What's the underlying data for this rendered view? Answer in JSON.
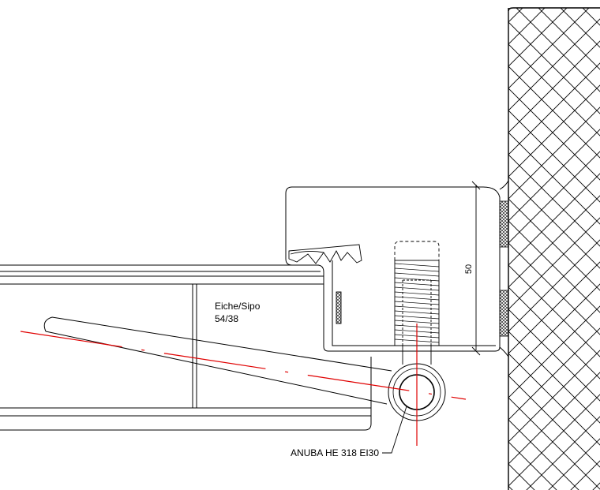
{
  "labels": {
    "material_name": "Eiche/Sipo",
    "material_dims": "54/38",
    "hinge_name": "ANUBA HE 318 EI30",
    "dimension": "50"
  },
  "colors": {
    "line": "#000000",
    "centerline": "#e00000",
    "background": "#ffffff"
  }
}
